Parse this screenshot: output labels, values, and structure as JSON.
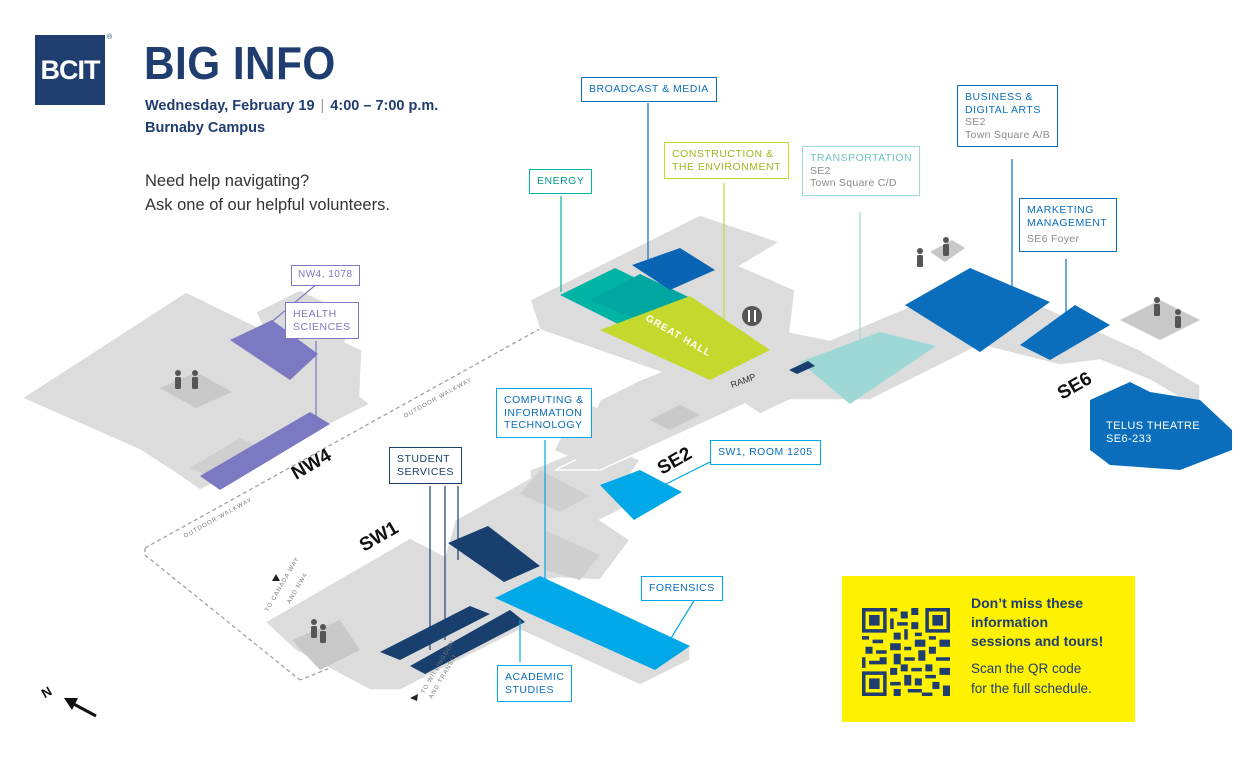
{
  "header": {
    "logo": "BCIT",
    "logo_reg": "®",
    "title": "BIG INFO",
    "date": "Wednesday, February 19",
    "time": "4:00 – 7:00 p.m.",
    "campus": "Burnaby Campus",
    "help_line1": "Need help navigating?",
    "help_line2": "Ask one of our helpful volunteers."
  },
  "colors": {
    "navy": "#1f3d6f",
    "blue": "#0a6ebd",
    "sky": "#00aeef",
    "teal": "#00b3a4",
    "lime": "#c4d82e",
    "mint": "#9ed8d6",
    "purple": "#7b79c2",
    "building": "#dcdcdc",
    "qr_yellow": "#fff200"
  },
  "labels": {
    "broadcast": "BROADCAST & MEDIA",
    "energy": "ENERGY",
    "construction_1": "CONSTRUCTION &",
    "construction_2": "THE ENVIRONMENT",
    "transportation": "TRANSPORTATION",
    "transportation_sub1": "SE2",
    "transportation_sub2": "Town Square C/D",
    "business_1": "BUSINESS &",
    "business_2": "DIGITAL ARTS",
    "business_sub1": "SE2",
    "business_sub2": "Town Square A/B",
    "marketing_1": "MARKETING",
    "marketing_2": "MANAGEMENT",
    "marketing_sub": "SE6 Foyer",
    "nw4_room": "NW4, 1078",
    "health_1": "HEALTH",
    "health_2": "SCIENCES",
    "computing_1": "COMPUTING &",
    "computing_2": "INFORMATION",
    "computing_3": "TECHNOLOGY",
    "student_1": "STUDENT",
    "student_2": "SERVICES",
    "sw1_room": "SW1, ROOM 1205",
    "forensics": "FORENSICS",
    "academic_1": "ACADEMIC",
    "academic_2": "STUDIES",
    "telus_1": "TELUS THEATRE",
    "telus_2": "SE6-233"
  },
  "map": {
    "buildings": {
      "nw4": "NW4",
      "sw1": "SW1",
      "se2": "SE2",
      "se6": "SE6"
    },
    "great_hall": "GREAT HALL",
    "ramp": "RAMP",
    "outdoor_walkway": "OUTDOOR WALKWAY",
    "canada_way_1": "TO CANADA WAY",
    "canada_way_2": "AND NW4",
    "willingdon_1": "TO WILLINGDON",
    "willingdon_2": "AND TRANSIT",
    "north": "N"
  },
  "qr": {
    "headline_1": "Don’t miss these",
    "headline_2": "information",
    "headline_3": "sessions and tours!",
    "sub_1": "Scan the QR code",
    "sub_2": "for the full schedule."
  }
}
